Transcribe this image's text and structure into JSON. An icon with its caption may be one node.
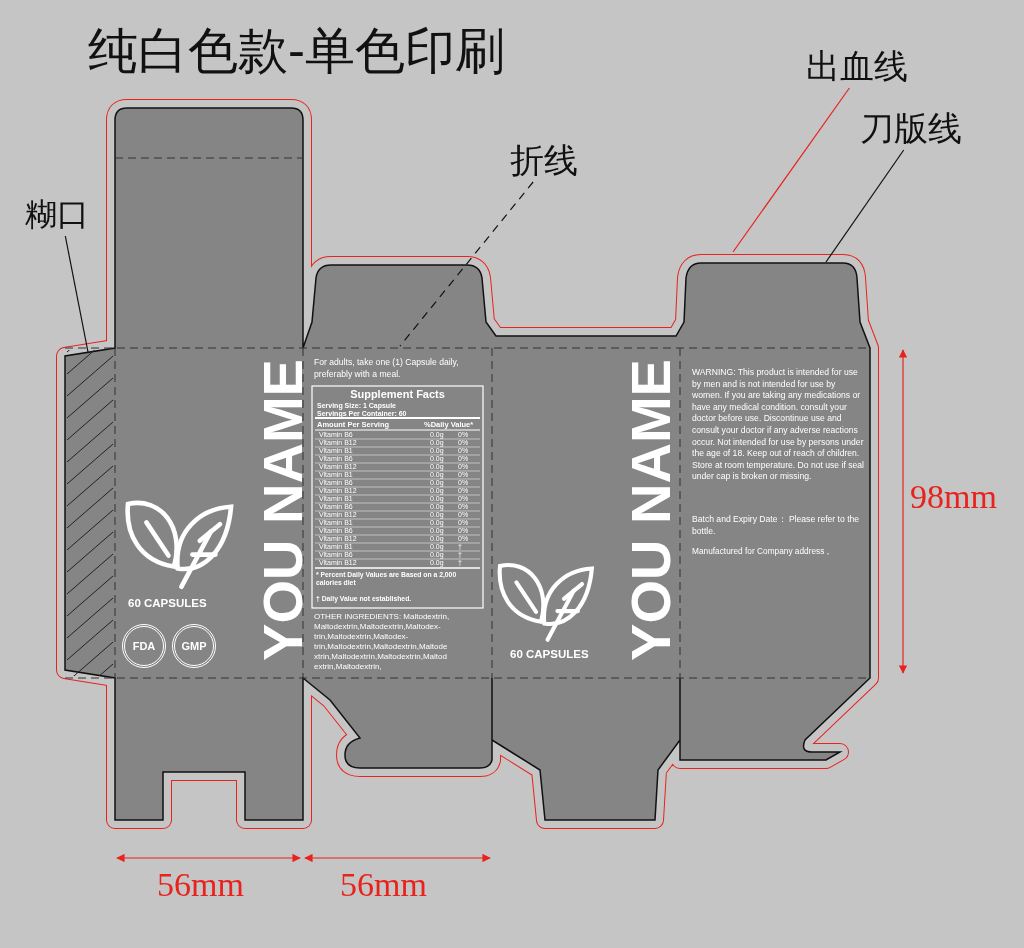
{
  "diagram": {
    "title": "纯白色款-单色印刷",
    "nodes": [
      {
        "text": [
          "糊口"
        ]
      },
      {
        "text": [],
        "shape": "box"
      },
      {
        "text": [
          "折线"
        ]
      },
      {
        "text": [
          "出血线"
        ]
      },
      {
        "text": [
          "刀版线"
        ]
      }
    ],
    "edges": [
      {
        "from": 0,
        "to": 1,
        "arrow": "none"
      },
      {
        "from": 2,
        "to": null,
        "arrow": "none",
        "style": "dashed"
      },
      {
        "from": 3,
        "to": null,
        "arrow": "none",
        "color": "#e8231e"
      },
      {
        "from": 4,
        "to": null,
        "arrow": "none"
      }
    ],
    "labels": [
      "YOU NAME",
      "For adults, take one (1) Capsule daily, preferably with a meal.",
      "Supplement Facts",
      "Serving Size: 1 Capsule",
      "Servings Per Container: 60",
      "Amount Per Serving",
      "%Daily Value*",
      "Vitamin B6",
      "0.0g",
      "0%",
      "Vitamin B12",
      "0.0g",
      "0%",
      "Vitamin B1",
      "0.0g",
      "0%",
      "Vitamin B6",
      "0.0g",
      "0%",
      "Vitamin B12",
      "0.0g",
      "0%",
      "Vitamin B1",
      "0.0g",
      "0%",
      "Vitamin B6",
      "0.0g",
      "0%",
      "Vitamin B12",
      "0.0g",
      "0%",
      "Vitamin B1",
      "0.0g",
      "0%",
      "Vitamin B6",
      "0.0g",
      "0%",
      "Vitamin B12",
      "0.0g",
      "0%",
      "Vitamin B1",
      "0.0g",
      "0%",
      "Vitamin B6",
      "0.0g",
      "0%",
      "Vitamin B12",
      "0.0g",
      "0%",
      "Vitamin B1",
      "0.0g",
      "†",
      "Vitamin B6",
      "0.0g",
      "†",
      "Vitamin B12",
      "0.0g",
      "†",
      "* Percent Daily Values are Based on a 2,000 calories diet",
      "† Daily Value not established.",
      "OTHER INGREDIENTS: Maltodextrin, Maltodextrin,Maltodextrin,Maltodex- trin,Maltodextrin,Maltodex- trin,Maltodextrin,Maltodextrin,Maltode xtrin,Maltodextrin,Maltodextrin,Maltod extrin,Maltodextrin,",
      "60 CAPSULES",
      "FDA",
      "GMP",
      "YOU NAME",
      "60 CAPSULES",
      "WARNING: This product is intended for use by men and is not intended for use by women. If you are taking any medications or have any medical condition. consult your doctor before use. Discontinue use and consult your doctor if any adverse reactions occur. Not intended for use by persons under the age of 18. Keep out of reach of children. Store at room temperature. Do not use if seal under cap is broken or missing.",
      "Batch and Expiry Date： Please refer to the bottle.",
      "Manufactured for Company address，",
      "98mm",
      "56mm",
      "56mm"
    ]
  }
}
